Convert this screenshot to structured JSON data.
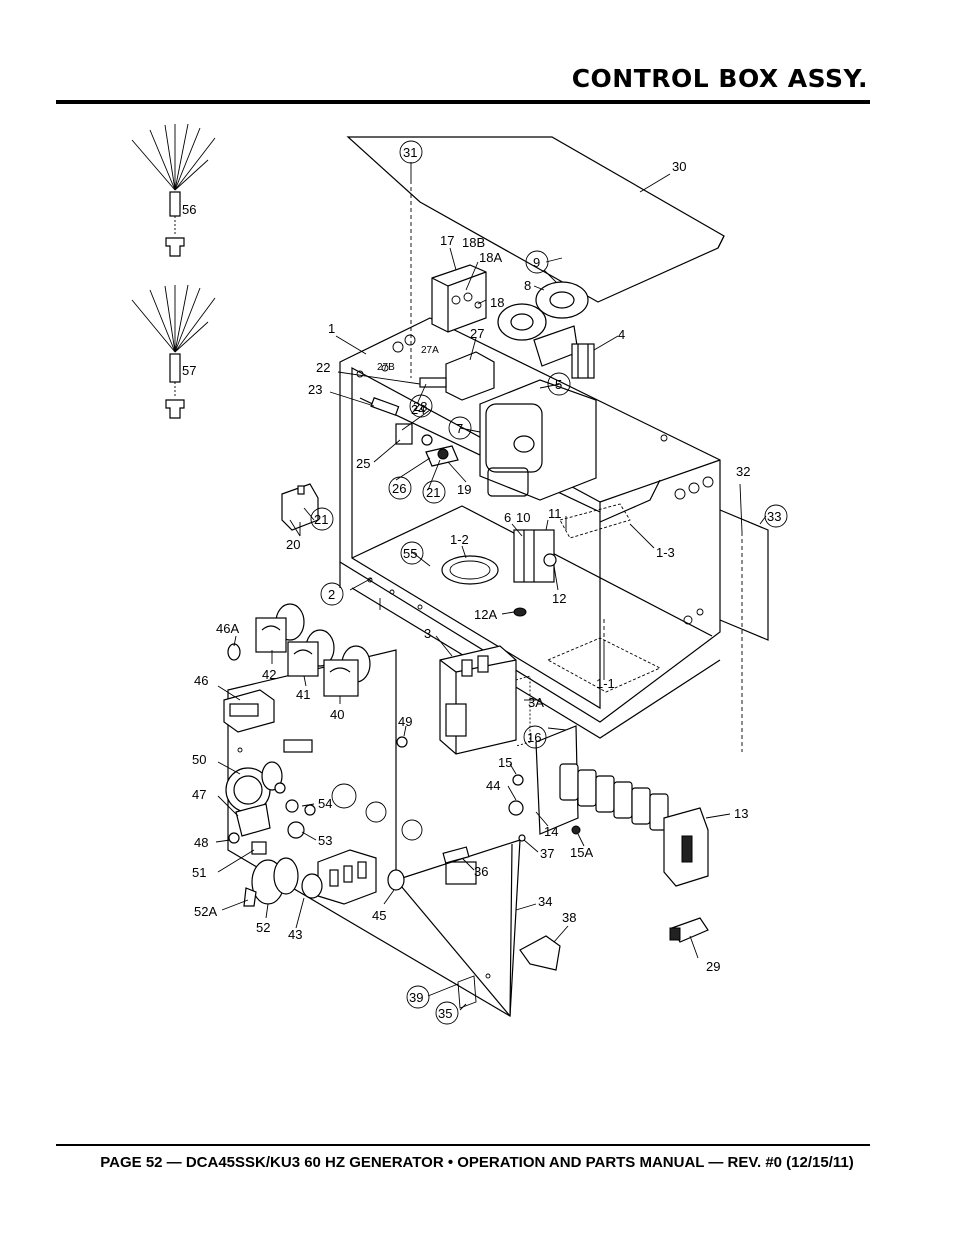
{
  "header": {
    "title": "CONTROL BOX ASSY."
  },
  "footer": {
    "text": "PAGE 52 — DCA45SSK/KU3 60 HZ GENERATOR • OPERATION AND PARTS MANUAL — REV. #0 (12/15/11)"
  },
  "callouts": {
    "c31": "31",
    "c30": "30",
    "c17": "17",
    "c18b": "18B",
    "c18a": "18A",
    "c9": "9",
    "c8": "8",
    "c18": "18",
    "c1": "1",
    "c27": "27",
    "c27a": "27A",
    "c4": "4",
    "c27b": "27B",
    "c22": "22",
    "c5": "5",
    "c23": "23",
    "c28": "28",
    "c24": "24",
    "c7": "7",
    "c25": "25",
    "c26": "26",
    "c21a": "21",
    "c19": "19",
    "c21b": "21",
    "c20": "20",
    "c32": "32",
    "c33": "33",
    "c6": "6",
    "c10": "10",
    "c11": "11",
    "c1_2": "1-2",
    "c55": "55",
    "c1_3": "1-3",
    "c12": "12",
    "c12a": "12A",
    "c2": "2",
    "c46a": "46A",
    "c42": "42",
    "c41": "41",
    "c40": "40",
    "c46": "46",
    "c3": "3",
    "c1_1": "1-1",
    "c3a": "3A",
    "c49": "49",
    "c16": "16",
    "c50": "50",
    "c15": "15",
    "c47": "47",
    "c54": "54",
    "c44": "44",
    "c13": "13",
    "c14": "14",
    "c53": "53",
    "c48": "48",
    "c37": "37",
    "c15a": "15A",
    "c51": "51",
    "c36": "36",
    "c34": "34",
    "c52a": "52A",
    "c45": "45",
    "c38": "38",
    "c52": "52",
    "c43": "43",
    "c29": "29",
    "c39": "39",
    "c35": "35",
    "c56": "56",
    "c57": "57"
  }
}
